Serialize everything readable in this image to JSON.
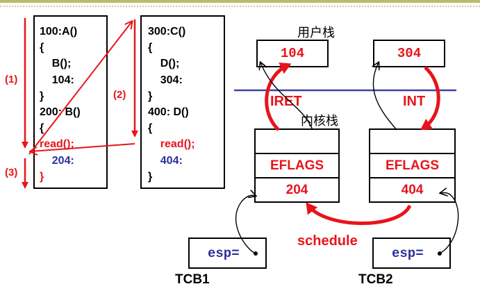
{
  "code_a": [
    {
      "text": "100:A()",
      "color": "black"
    },
    {
      "text": "{",
      "color": "black"
    },
    {
      "text": "    B();",
      "color": "black"
    },
    {
      "text": "    104:",
      "color": "black"
    },
    {
      "text": "}",
      "color": "black"
    },
    {
      "text": "200: B()",
      "color": "black"
    },
    {
      "text": "{",
      "color": "black"
    },
    {
      "text": "read();",
      "color": "red"
    },
    {
      "text": "    204:",
      "color": "blue"
    },
    {
      "text": "}",
      "color": "red"
    }
  ],
  "code_c": [
    {
      "text": "300:C()",
      "color": "black"
    },
    {
      "text": "{",
      "color": "black"
    },
    {
      "text": "    D();",
      "color": "black"
    },
    {
      "text": "    304:",
      "color": "black"
    },
    {
      "text": "}",
      "color": "black"
    },
    {
      "text": "400: D()",
      "color": "black"
    },
    {
      "text": "{",
      "color": "black"
    },
    {
      "text": "    read();",
      "color": "red"
    },
    {
      "text": "    404:",
      "color": "blue"
    },
    {
      "text": "}",
      "color": "black"
    }
  ],
  "steps": {
    "s1": "(1)",
    "s2": "(2)",
    "s3": "(3)"
  },
  "labels": {
    "user_stack": "用户栈",
    "kernel_stack": "内核栈",
    "iret": "IRET",
    "int": "INT",
    "schedule": "schedule",
    "tcb1": "TCB1",
    "tcb2": "TCB2"
  },
  "user_stack": {
    "left": "104",
    "right": "304"
  },
  "kernel_stack": {
    "left": {
      "eflags": "EFLAGS",
      "ret": "204"
    },
    "right": {
      "eflags": "EFLAGS",
      "ret": "404"
    }
  },
  "tcb": {
    "left_esp": "esp=",
    "right_esp": "esp="
  },
  "colors": {
    "red": "#e8141b",
    "blue": "#2b2f9a",
    "divider": "#3b3fa8"
  }
}
